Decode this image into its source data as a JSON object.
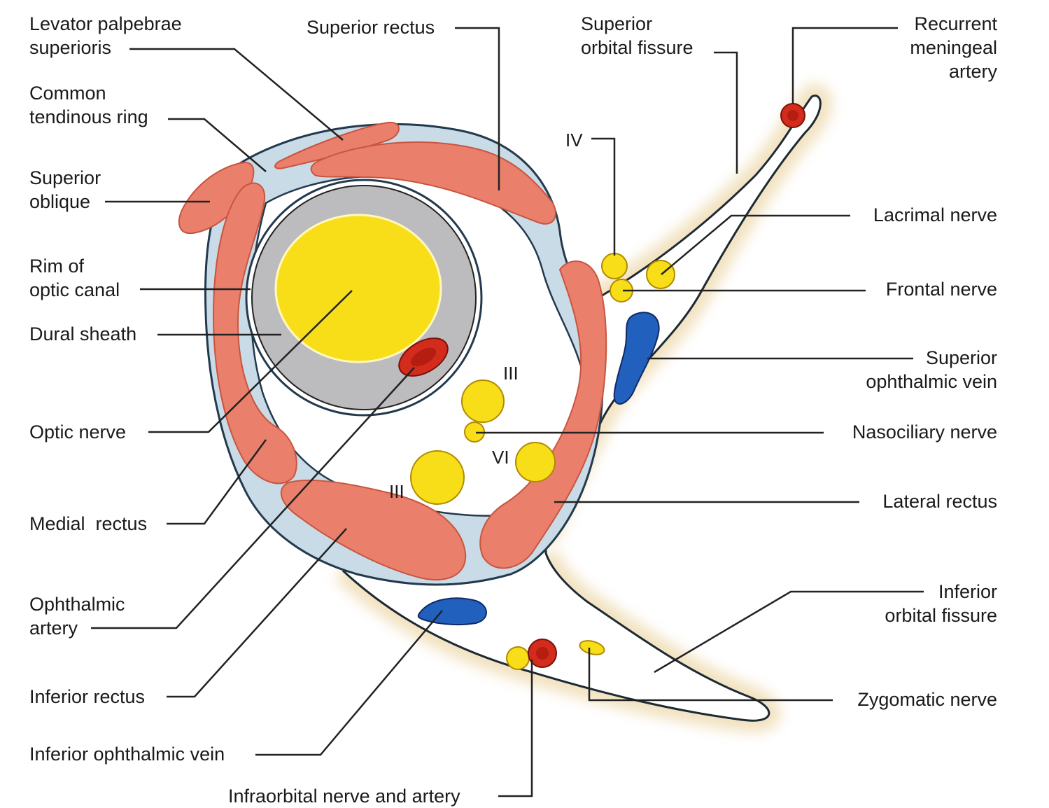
{
  "labels": {
    "levator": [
      "Levator palpebrae",
      "superioris"
    ],
    "superior_rectus": "Superior rectus",
    "sup_orbital_fissure": [
      "Superior",
      "orbital fissure"
    ],
    "recurrent_meningeal": [
      "Recurrent",
      "meningeal",
      "artery"
    ],
    "common_tendinous": [
      "Common",
      "tendinous ring"
    ],
    "superior_oblique": [
      "Superior",
      "oblique"
    ],
    "rim_optic_canal": [
      "Rim of",
      "optic canal"
    ],
    "dural_sheath": "Dural sheath",
    "optic_nerve": "Optic nerve",
    "medial_rectus": "Medial  rectus",
    "ophthalmic_artery": [
      "Ophthalmic",
      "artery"
    ],
    "inferior_rectus": "Inferior rectus",
    "inferior_ophthalmic_vein": "Inferior ophthalmic vein",
    "infraorbital": "Infraorbital nerve and artery",
    "lacrimal_nerve": "Lacrimal nerve",
    "frontal_nerve": "Frontal nerve",
    "superior_ophthalmic_vein": [
      "Superior",
      "ophthalmic vein"
    ],
    "nasociliary_nerve": "Nasociliary nerve",
    "lateral_rectus": "Lateral rectus",
    "inferior_orbital_fissure": [
      "Inferior",
      "orbital fissure"
    ],
    "zygomatic_nerve": "Zygomatic nerve",
    "nerve_iv": "IV",
    "nerve_iii_upper": "III",
    "nerve_vi": "VI",
    "nerve_iii_lower": "III"
  },
  "colors": {
    "muscle": "#ea7f6c",
    "muscle_edge": "#c8553f",
    "nerve": "#f8de18",
    "nerve_edge": "#b08a00",
    "vein": "#2160bd",
    "artery": "#d32b1c",
    "tendon": "#c9dbe6",
    "sheath": "#bcbcbe",
    "outline": "#233a4e",
    "fissure_glow": "#e7cb8e"
  }
}
